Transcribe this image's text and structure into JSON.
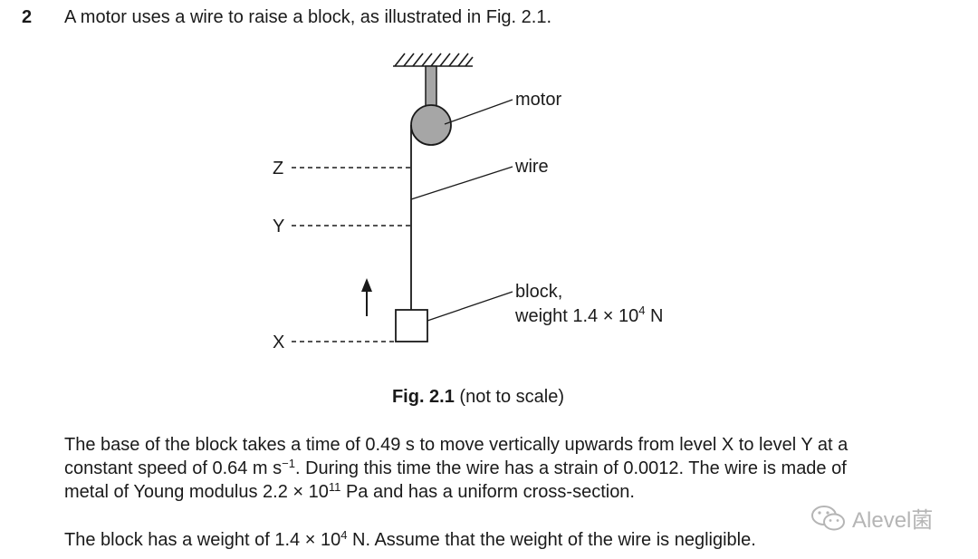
{
  "question": {
    "number": "2",
    "intro": "A motor uses a wire to raise a block, as illustrated in Fig. 2.1."
  },
  "figure": {
    "labels": {
      "motor": "motor",
      "wire": "wire",
      "block_line1": "block,",
      "block_line2_prefix": "weight 1.4 × 10",
      "block_line2_exp": "4",
      "block_line2_unit": " N"
    },
    "levels": [
      "Z",
      "Y",
      "X"
    ],
    "caption_bold": "Fig. 2.1",
    "caption_rest": " (not to scale)"
  },
  "paragraph1": {
    "line1": "The base of the block takes a time of 0.49 s to move vertically upwards from level X to level Y at a",
    "line2_a": "constant speed of 0.64 m s",
    "line2_exp": "−1",
    "line2_b": ". During this time the wire has a strain of 0.0012. The wire is made of",
    "line3_a": "metal of Young modulus 2.2 × 10",
    "line3_exp": "11",
    "line3_b": " Pa and has a uniform cross-section."
  },
  "paragraph2": {
    "text_a": "The block has a weight of 1.4 × 10",
    "text_exp": "4",
    "text_b": " N. Assume that the weight of the wire is negligible."
  },
  "watermark": {
    "text": "Alevel菌",
    "icon": "wechat-icon"
  }
}
